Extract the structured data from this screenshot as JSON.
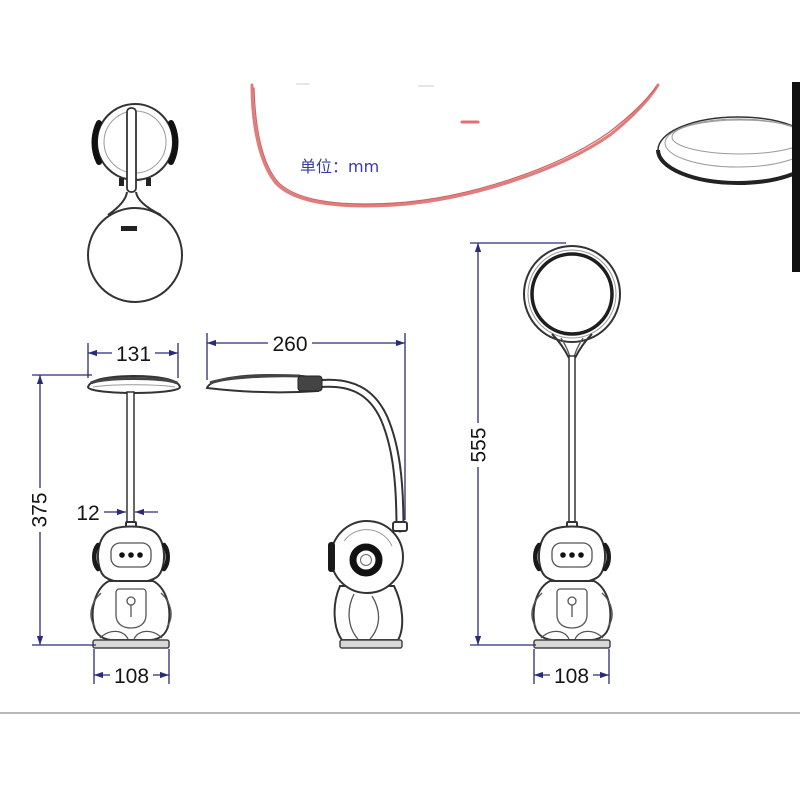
{
  "unit_label": "单位：mm",
  "dimensions": {
    "head_width": "131",
    "arm_reach": "260",
    "folded_height": "375",
    "pole_width": "12",
    "extended_height": "555",
    "base_width_front": "108",
    "base_width_right": "108"
  },
  "colors": {
    "dimension_line": "#2b2b7a",
    "unit_text": "#3a3aa8",
    "annotation_red": "#e07c7c",
    "outline": "#333333"
  }
}
